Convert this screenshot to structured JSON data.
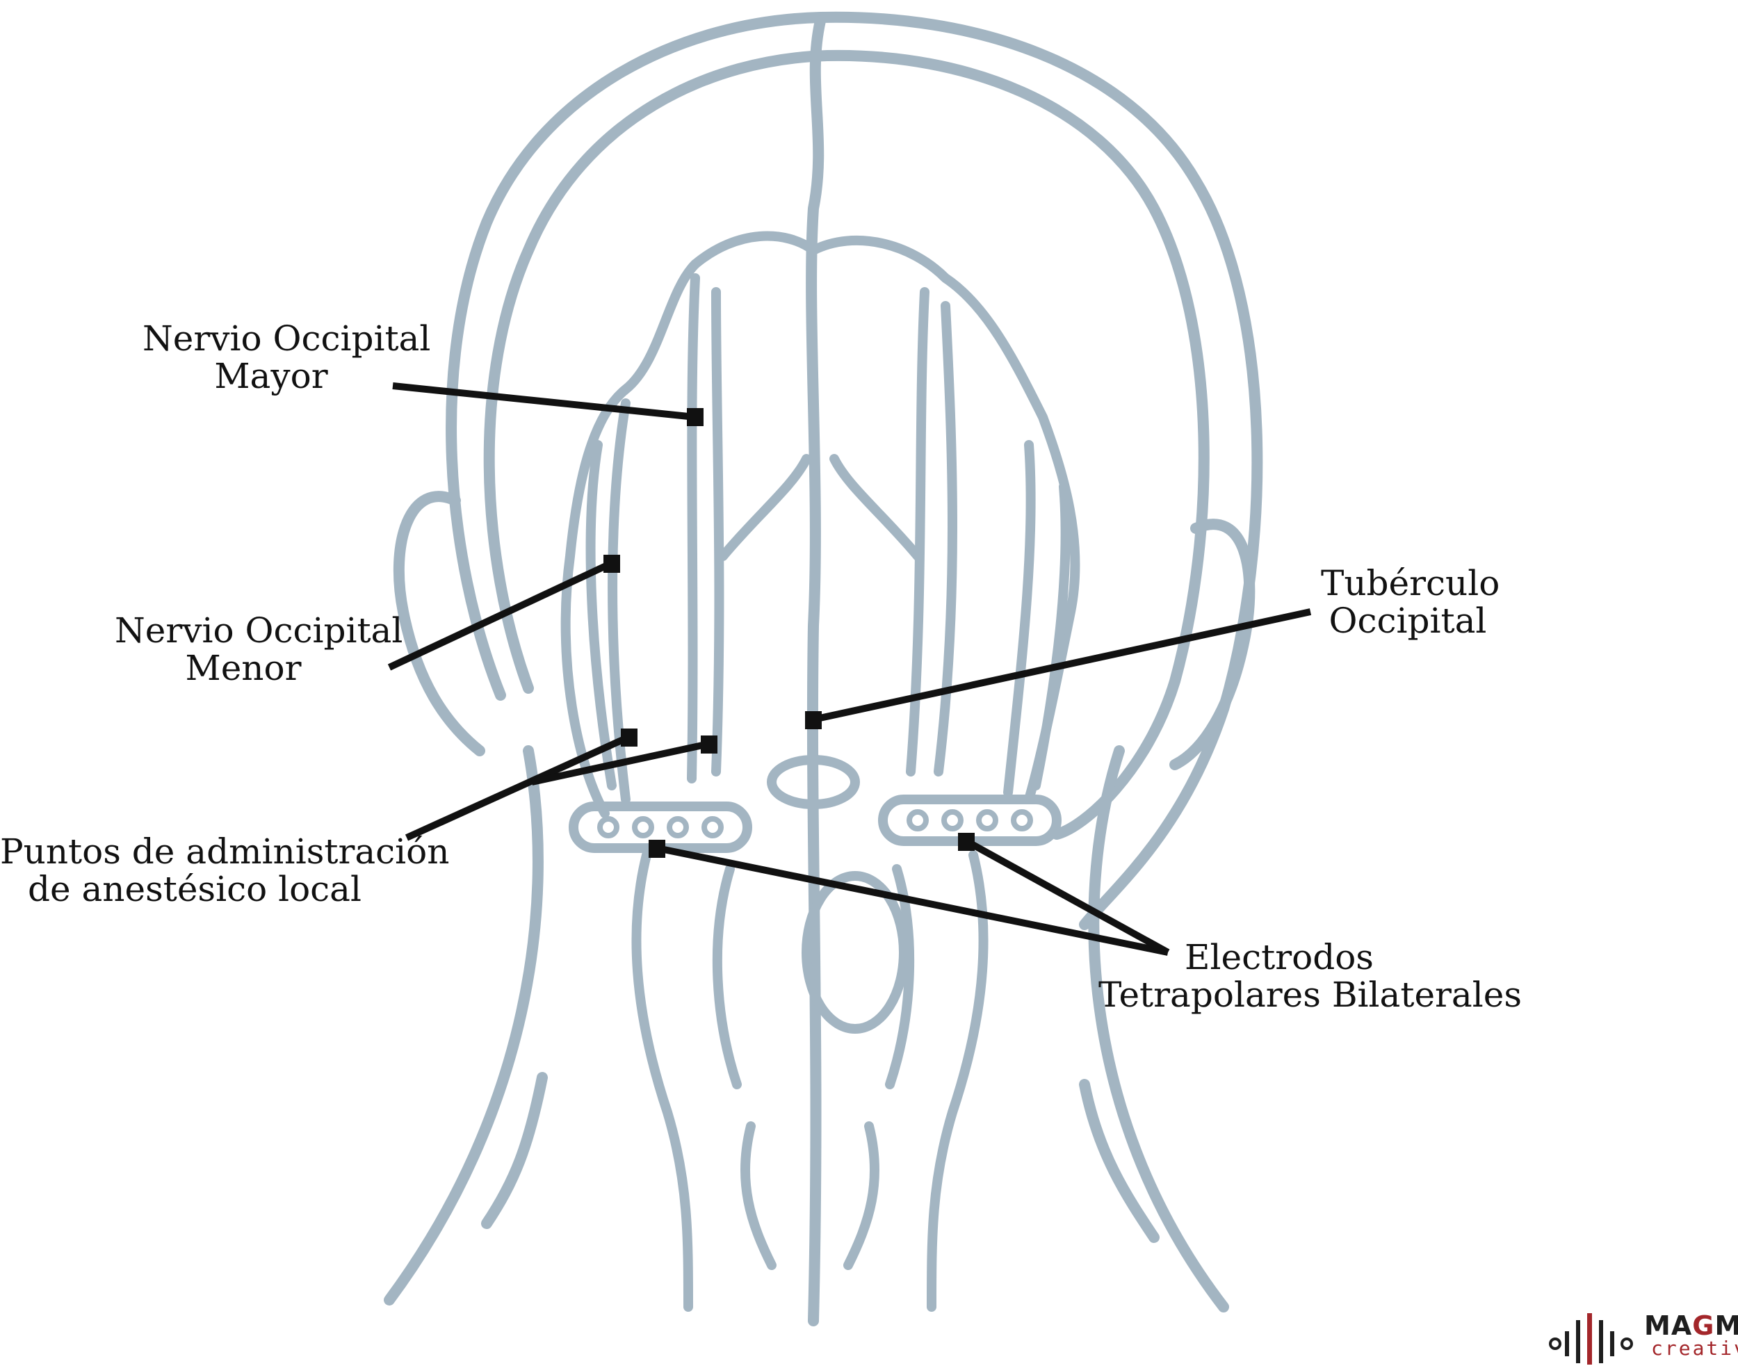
{
  "colors": {
    "anatomy": "#a3b5c2",
    "callout": "#111111",
    "background": "#ffffff",
    "logo_accent": "#a3262a",
    "logo_dark": "#1e1e1e"
  },
  "labels": {
    "greater_occipital": [
      "Nervio Occipital",
      "Mayor"
    ],
    "lesser_occipital": [
      "Nervio Occipital",
      "Menor"
    ],
    "injection_points": [
      "Puntos de administración",
      "de anestésico local"
    ],
    "occipital_tubercle": [
      "Tubérculo",
      "Occipital"
    ],
    "electrodes": [
      "Electrodos",
      "Tetrapolares Bilaterales"
    ]
  },
  "logo": {
    "word_main": "MA",
    "word_accent": "G",
    "word_end": "MA",
    "sub": "creativa"
  }
}
